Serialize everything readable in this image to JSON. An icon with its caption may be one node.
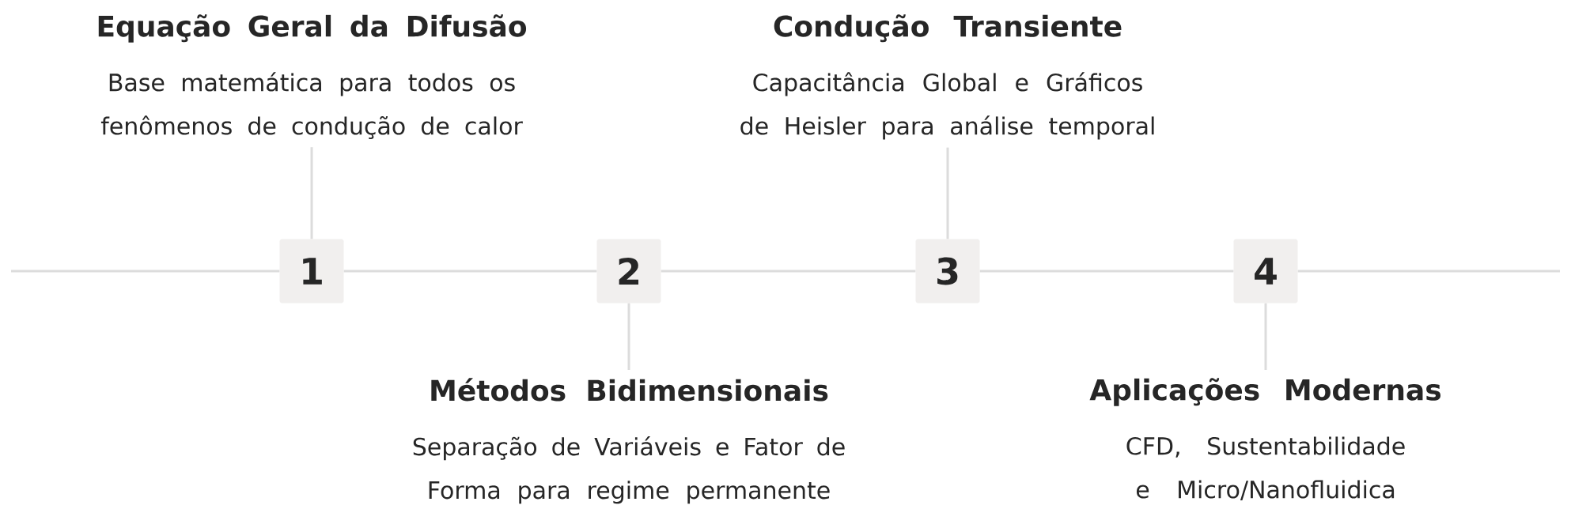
{
  "diagram": {
    "nodes": [
      {
        "text": [
          "Equação Geral da Difusão",
          "Base matemática para todos os fenômenos de condução de calor"
        ]
      },
      {
        "text": [
          "Condução Transiente",
          "Capacitância Global e Gráficos de Heisler para análise temporal"
        ]
      },
      {
        "text": [
          "1"
        ]
      },
      {
        "text": [
          "2"
        ]
      },
      {
        "text": [
          "3"
        ]
      },
      {
        "text": [
          "4"
        ]
      },
      {
        "text": [
          "Métodos Bidimensionais",
          "Separação de Variáveis e Fator de Forma para regime permanente"
        ]
      },
      {
        "text": [
          "Aplicações Modernas",
          "CFD, Sustentabilidade e Micro/Nanofluidica"
        ]
      }
    ],
    "edges": [
      {
        "from": 2,
        "to": 0,
        "arrow": "none"
      },
      {
        "from": 4,
        "to": 1,
        "arrow": "none"
      },
      {
        "from": 3,
        "to": 6,
        "arrow": "none"
      },
      {
        "from": 5,
        "to": 7,
        "arrow": "none"
      },
      {
        "from": 2,
        "to": 3,
        "arrow": "none"
      },
      {
        "from": 3,
        "to": 4,
        "arrow": "none"
      },
      {
        "from": 4,
        "to": 5,
        "arrow": "none"
      },
      {
        "from": null,
        "to": 2,
        "arrow": "none"
      },
      {
        "from": 5,
        "to": null,
        "arrow": "none"
      }
    ]
  }
}
